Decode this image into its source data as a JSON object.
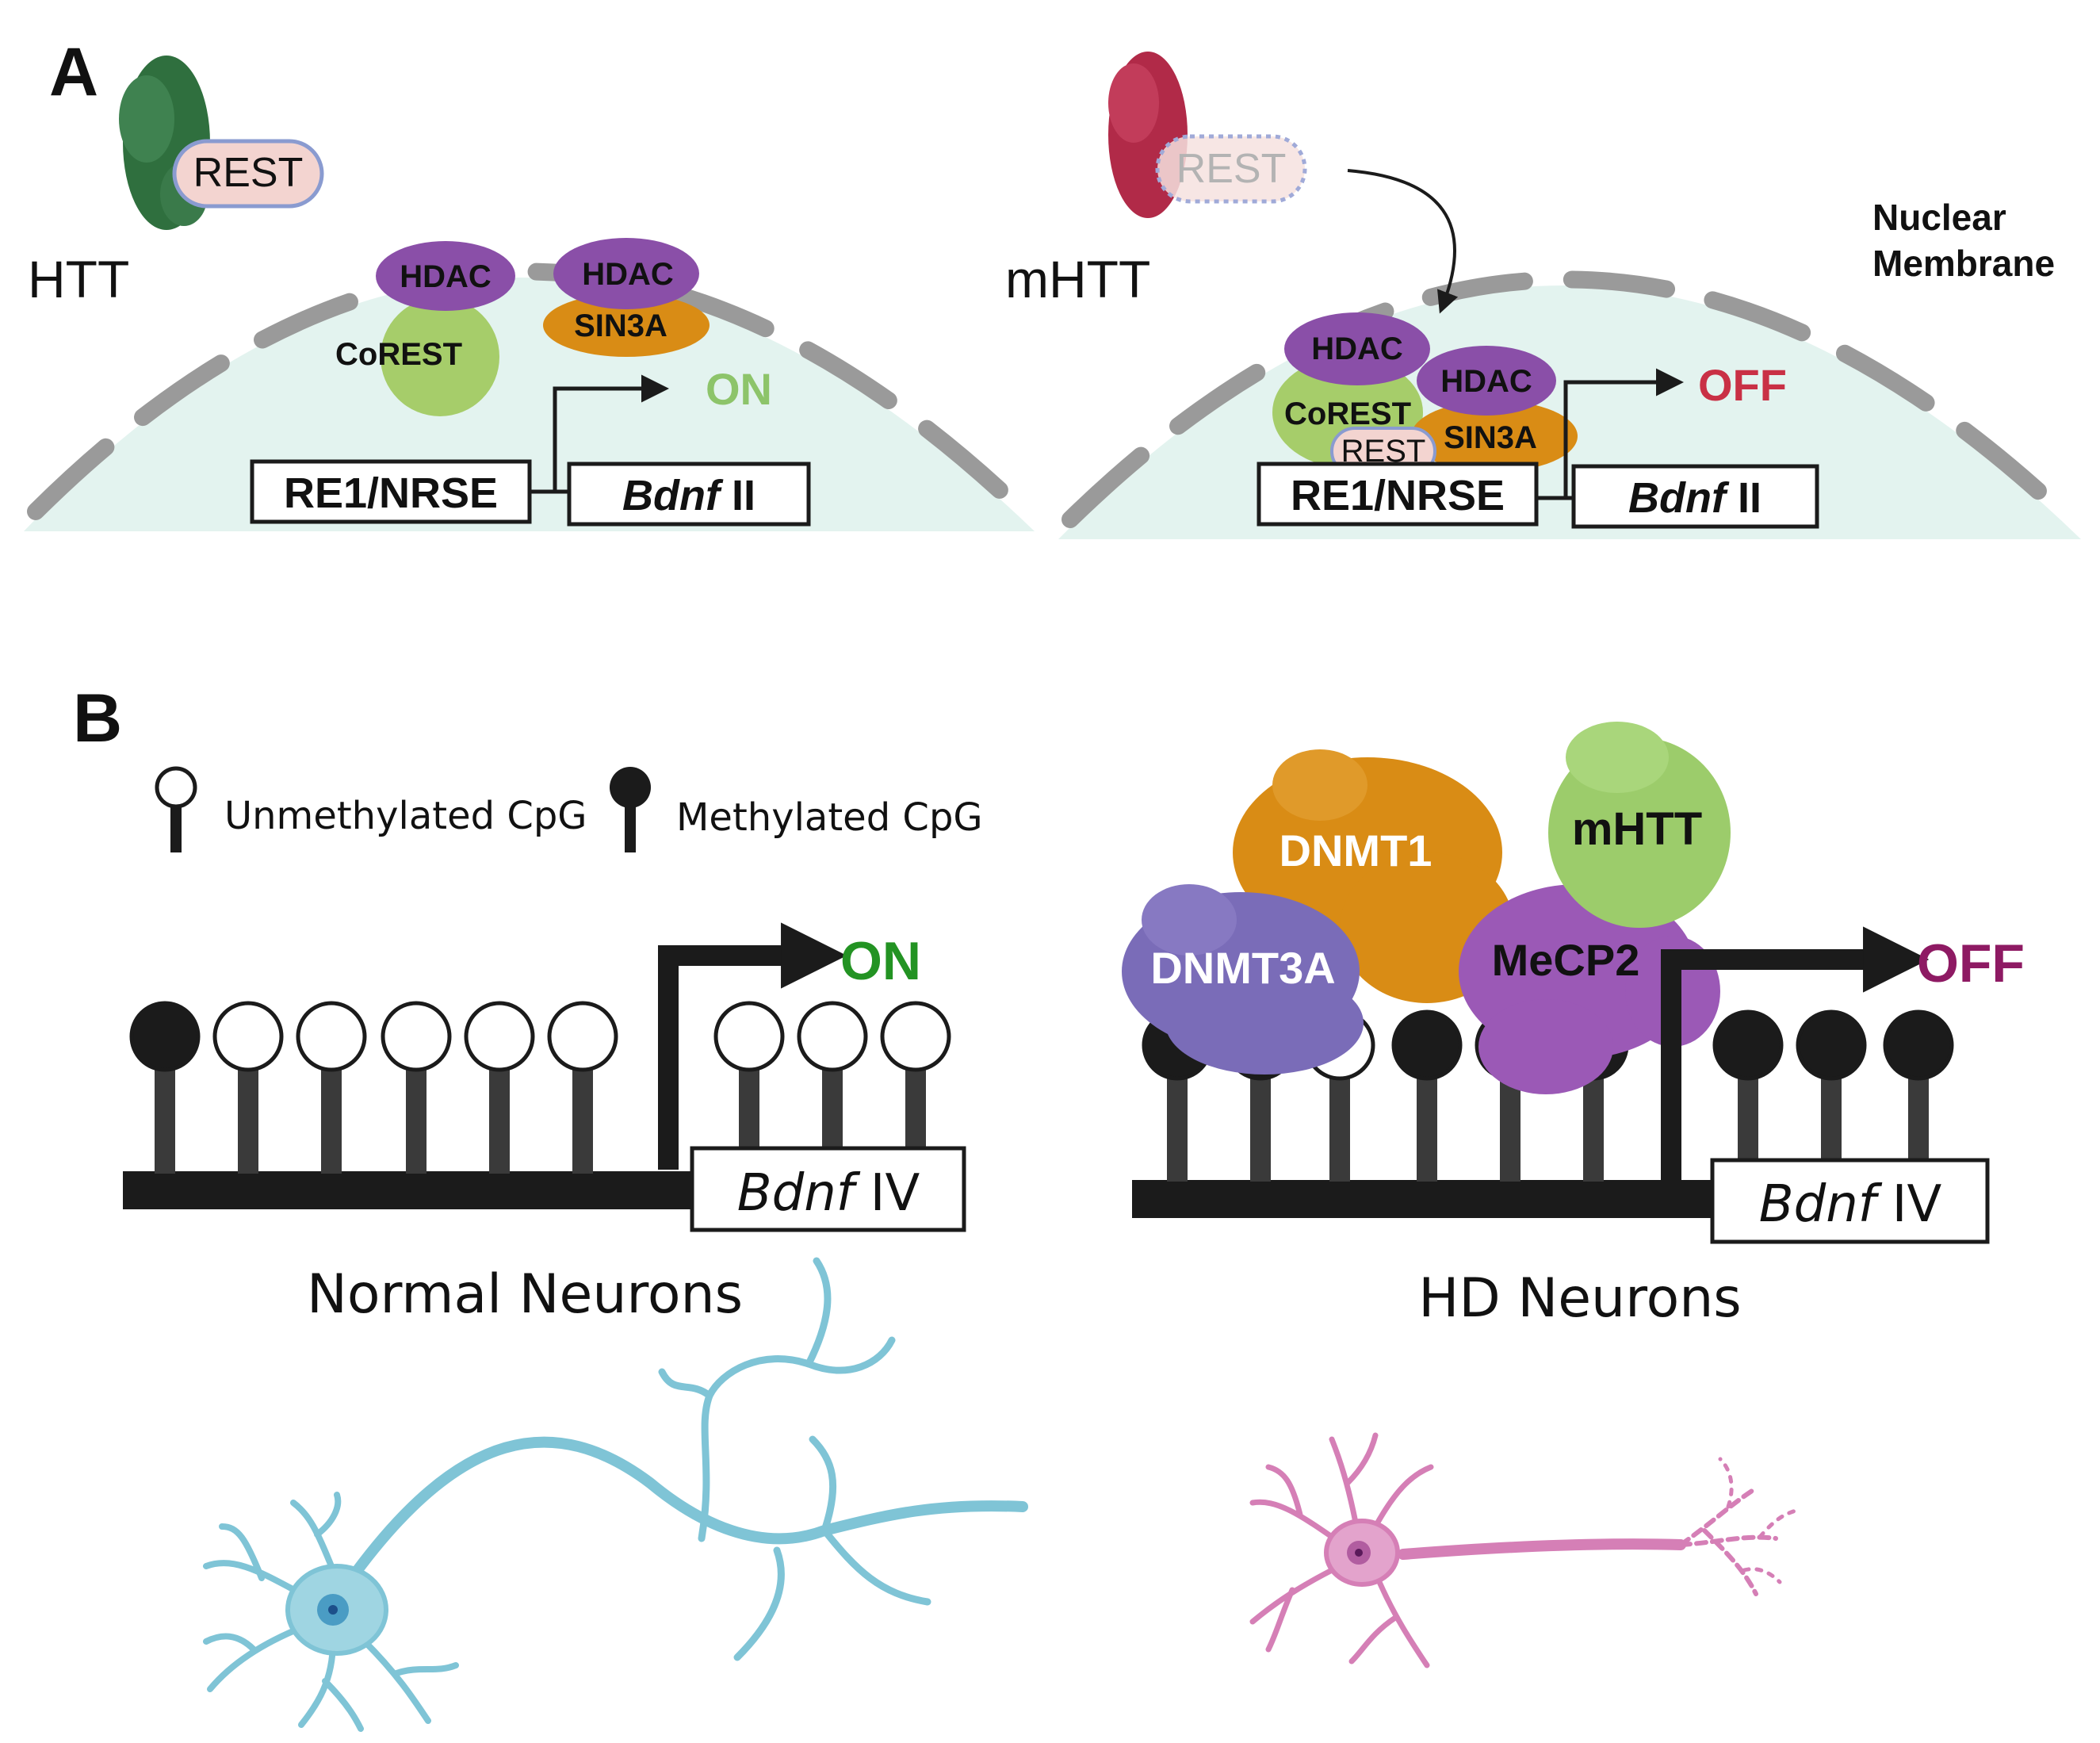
{
  "panel_a": {
    "letter": "A",
    "left": {
      "protein": "HTT",
      "bound_factor": "REST",
      "complex1_top": "HDAC",
      "complex1_bottom": "CoREST",
      "complex2_top": "HDAC",
      "complex2_bottom": "SIN3A",
      "element": "RE1/NRSE",
      "gene_italic": "Bdnf",
      "gene_suffix": " II",
      "status": "ON"
    },
    "right": {
      "protein": "mHTT",
      "bound_factor": "REST",
      "complex1_top": "HDAC",
      "complex1_bottom": "CoREST",
      "complex2_top": "HDAC",
      "complex2_bottom": "SIN3A",
      "rest_bound": "REST",
      "element": "RE1/NRSE",
      "gene_italic": "Bdnf",
      "gene_suffix": " II",
      "status": "OFF"
    },
    "membrane_label_line1": "Nuclear",
    "membrane_label_line2": "Membrane"
  },
  "panel_b": {
    "letter": "B",
    "legend_unmethylated": "Unmethylated CpG",
    "legend_methylated": "Methylated CpG",
    "left": {
      "gene_italic": "Bdnf",
      "gene_suffix": "  IV",
      "status": "ON",
      "caption": "Normal Neurons",
      "cpg_methylated": [
        true,
        false,
        false,
        false,
        false,
        false,
        false,
        false,
        false
      ]
    },
    "right": {
      "protein_1": "DNMT1",
      "protein_2": "DNMT3A",
      "protein_3": "mHTT",
      "protein_4": "MeCP2",
      "gene_italic": "Bdnf",
      "gene_suffix": "  IV",
      "status": "OFF",
      "caption": "HD Neurons",
      "cpg_methylated": [
        true,
        true,
        false,
        true,
        true,
        true,
        true,
        true,
        true
      ]
    }
  },
  "colors": {
    "nucleus_fill": "#e3f3ef",
    "membrane_gray": "#9a9a9a",
    "htt_green": "#2f6f3e",
    "mhtt_red": "#b12a48",
    "rest_pink": "#f3d4d0",
    "hdac_purple": "#8a4fa8",
    "corest_green": "#a6cd6a",
    "sin3a_orange": "#d98c15",
    "on_light_green": "#8dc46a",
    "off_red": "#c93045",
    "on_dark_green": "#239323",
    "off_magenta": "#8e1a63",
    "dnmt1_orange": "#d98c15",
    "dnmt3a_purple": "#7a6cb8",
    "mhtt_green": "#9ccc6b",
    "mecp2_purple": "#9b59b6",
    "normal_neuron": "#7fc4d6",
    "hd_neuron": "#d57fb6",
    "dna_black": "#1b1b1b"
  }
}
